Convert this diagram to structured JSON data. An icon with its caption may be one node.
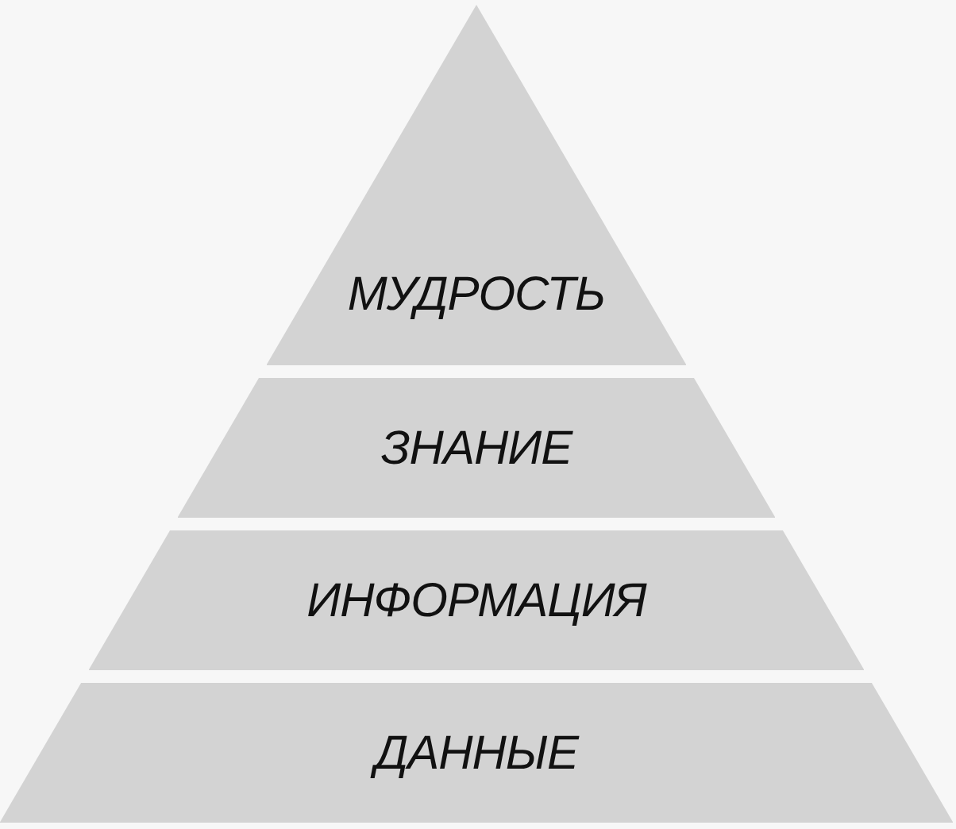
{
  "diagram": {
    "nodes": [
      {
        "text": [
          "МУДРОСТЬ"
        ]
      },
      {
        "text": [
          "ЗНАНИЕ"
        ]
      },
      {
        "text": [
          "ИНФОРМАЦИЯ"
        ]
      },
      {
        "text": [
          "ДАННЫЕ"
        ]
      }
    ]
  }
}
